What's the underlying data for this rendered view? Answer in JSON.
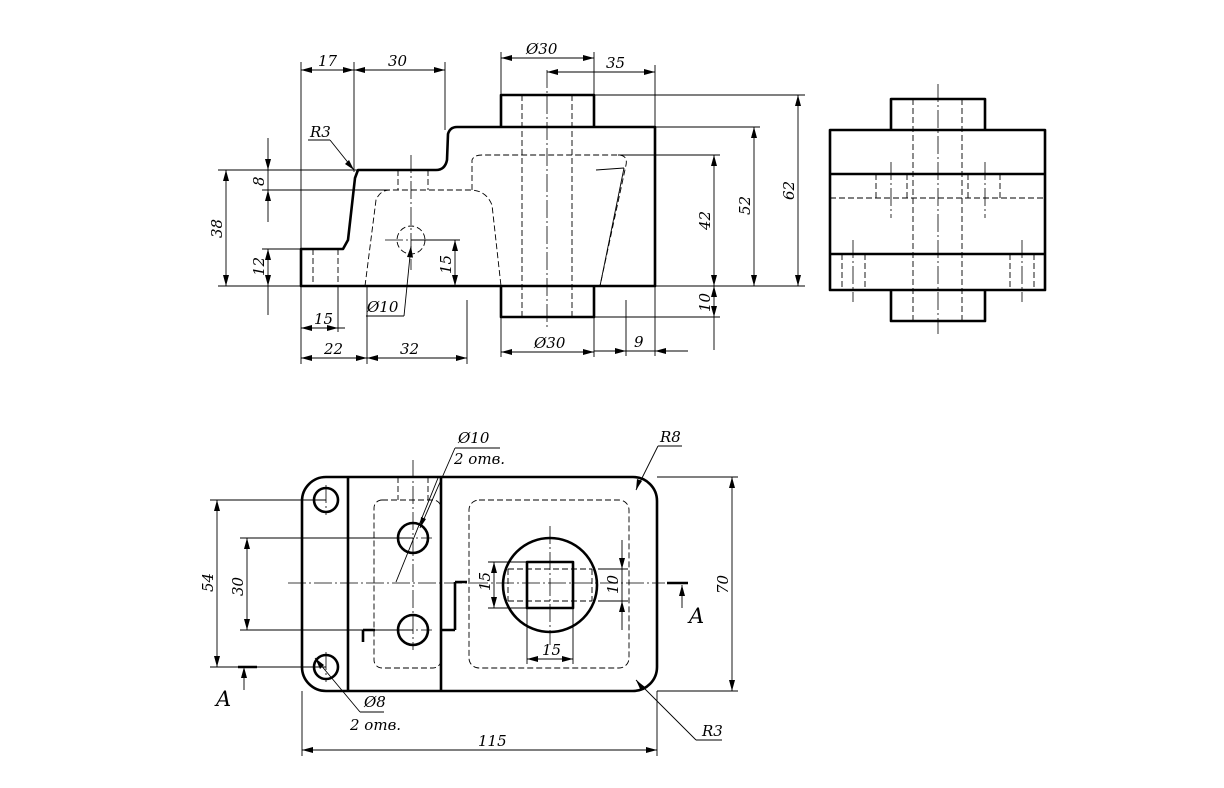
{
  "dims": {
    "top_17": "17",
    "top_30": "30",
    "dia30_top": "Ø30",
    "top_35": "35",
    "r3_front": "R3",
    "v_8": "8",
    "v_38": "38",
    "v_12": "12",
    "v_15": "15",
    "v_42": "42",
    "v_52": "52",
    "v_62": "62",
    "v_10": "10",
    "bot_15": "15",
    "dia10_front": "Ø10",
    "bot_22": "22",
    "bot_32": "32",
    "dia30_bottom": "Ø30",
    "bot_9": "9",
    "dia10_plan": "Ø10",
    "holes_2_a": "2 отв.",
    "r8": "R8",
    "v_54": "54",
    "v_30": "30",
    "v_70": "70",
    "sq_15_v": "15",
    "sq_15_h": "15",
    "sq_10": "10",
    "dia8": "Ø8",
    "holes_2_b": "2 отв.",
    "r3_plan": "R3",
    "h_115": "115",
    "section_a_left": "A",
    "section_a_right": "A"
  }
}
